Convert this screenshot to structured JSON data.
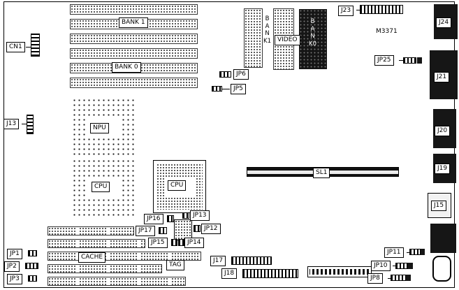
{
  "board": {
    "part_number": "M3371"
  },
  "labels": {
    "bank1": "BANK 1",
    "bank0": "BANK 0",
    "cn1": "CN1",
    "j13": "J13",
    "npu": "NPU",
    "cpu_pga": "CPU",
    "cpu_qfp": "CPU",
    "video": "VIDEO",
    "bank1_vertical": "BANK1",
    "bank0_vertical": "BANK0",
    "jp6": "JP6",
    "jp5": "JP5",
    "j23": "J23",
    "jp25": "JP25",
    "j24": "J24",
    "j21": "J21",
    "j20": "J20",
    "j19": "J19",
    "j15": "J15",
    "sl1": "SL1",
    "cache": "CACHE",
    "tag": "TAG",
    "jp1": "JP1",
    "jp2": "JP2",
    "jp3": "JP3",
    "jp16": "JP16",
    "jp13": "JP13",
    "jp17": "JP17",
    "jp12": "JP12",
    "jp15": "JP15",
    "jp14": "JP14",
    "j17": "J17",
    "j18": "J18",
    "jp11": "JP11",
    "jp10": "JP10",
    "jp8": "JP8"
  }
}
